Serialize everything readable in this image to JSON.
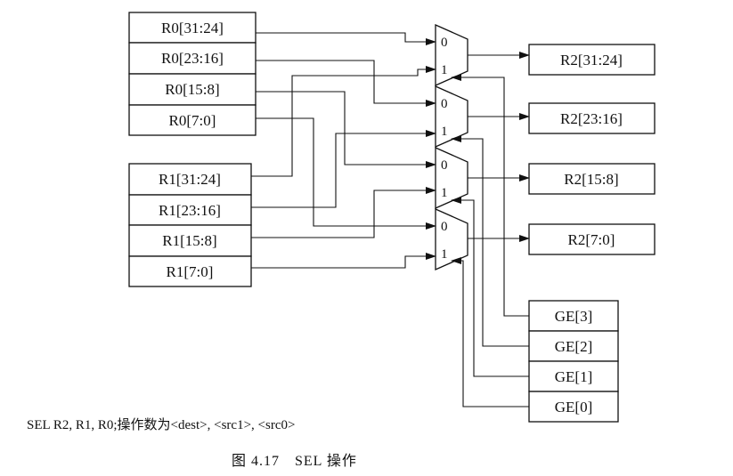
{
  "r0_registers": [
    "R0[31:24]",
    "R0[23:16]",
    "R0[15:8]",
    "R0[7:0]"
  ],
  "r1_registers": [
    "R1[31:24]",
    "R1[23:16]",
    "R1[15:8]",
    "R1[7:0]"
  ],
  "r2_registers": [
    "R2[31:24]",
    "R2[23:16]",
    "R2[15:8]",
    "R2[7:0]"
  ],
  "ge_flags": [
    "GE[3]",
    "GE[2]",
    "GE[1]",
    "GE[0]"
  ],
  "mux_input_labels": [
    "0",
    "1"
  ],
  "operand_note": "SEL R2, R1, R0;操作数为<dest>, <src1>, <src0>",
  "caption": "图 4.17　SEL 操作"
}
